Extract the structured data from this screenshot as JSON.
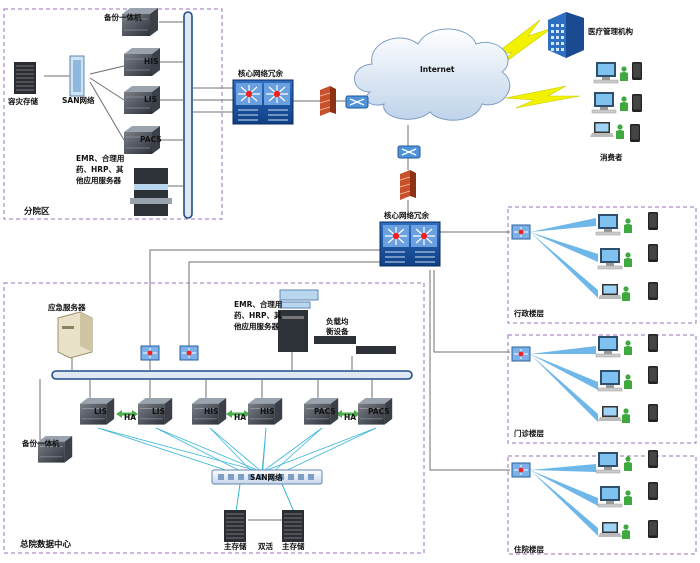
{
  "regions": {
    "branch": "分院区",
    "dc": "总院数据中心",
    "admin": "行政楼层",
    "clinic": "门诊楼层",
    "ward": "住院楼层"
  },
  "labels": {
    "backup_top": "备份一体机",
    "his": "HIS",
    "lis": "LIS",
    "pacs": "PACS",
    "san": "SAN网络",
    "disaster_storage": "容灾存储",
    "emr_top_1": "EMR、合理用",
    "emr_top_2": "药、HRP、其",
    "emr_top_3": "他应用服务器",
    "core_top": "核心网络冗余",
    "core_mid": "核心网络冗余",
    "internet": "Internet",
    "regulator": "医疗管理机构",
    "consumers": "消费者",
    "emergency_server": "应急服务器",
    "emr_dc_1": "EMR、合理用",
    "emr_dc_2": "药、HRP、其",
    "emr_dc_3": "他应用服务器",
    "lb_1": "负载均",
    "lb_2": "衡设备",
    "backup_dc": "备份一体机",
    "ha": "HA",
    "san_dc": "SAN网络",
    "main_storage": "主存储",
    "dual_active": "双活"
  },
  "colors": {
    "region_border": "#9b6fb5",
    "bus": "#1f4e8c",
    "bus_fill": "#dfe8f5",
    "switch": "#3c7fc4",
    "firewall": "#c8502a",
    "link": "#6f6f6f",
    "wireless": "#3f9fe0",
    "fiber": "#38b6d8",
    "ha": "#4cae4c",
    "lightning": "#f2f200"
  }
}
